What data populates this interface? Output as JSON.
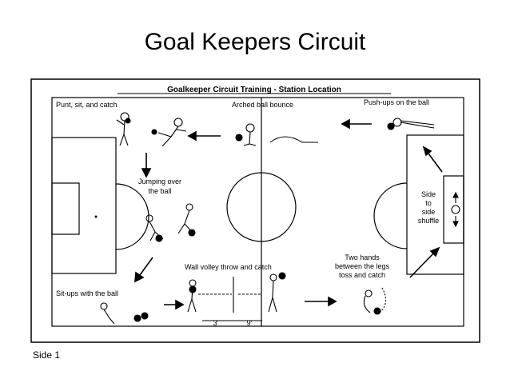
{
  "slide": {
    "title": "Goal Keepers Circuit",
    "caption": "Side 1"
  },
  "diagram": {
    "heading": "Goalkeeper Circuit Training - Station Location",
    "stations": {
      "punt": "Punt, sit, and catch",
      "arched": "Arched ball bounce",
      "pushups": "Push-ups on the ball",
      "jumping_1": "Jumping over",
      "jumping_2": "the ball",
      "shuffle_1": "Side",
      "shuffle_2": "to",
      "shuffle_3": "side",
      "shuffle_4": "shuffle",
      "twohands_1": "Two hands",
      "twohands_2": "between the legs",
      "twohands_3": "toss and catch",
      "situps": "Sit-ups with the ball",
      "wall_volley": "Wall volley throw and catch"
    },
    "distance_left": "3'",
    "distance_right": "9'"
  }
}
